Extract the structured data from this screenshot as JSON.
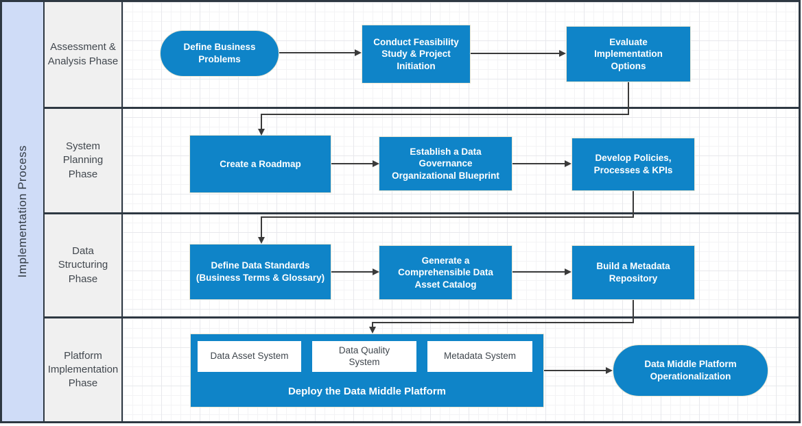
{
  "diagram": {
    "title": "Implementation Process",
    "colors": {
      "shape_blue": "#0f84c8",
      "title_band_blue": "#cfdcf7",
      "lane_gray": "#f0f0f0",
      "frame_dark": "#2e3842",
      "arrow_dark": "#3a3a3a"
    },
    "lanes": [
      {
        "label": "Assessment & Analysis Phase"
      },
      {
        "label": "System Planning Phase"
      },
      {
        "label": "Data Structuring Phase"
      },
      {
        "label": "Platform Implementation Phase"
      }
    ],
    "nodes": {
      "define_business_problems": "Define Business Problems",
      "conduct_feasibility": "Conduct Feasibility Study & Project Initiation",
      "evaluate_options": "Evaluate Implementation Options",
      "create_roadmap": "Create a Roadmap",
      "establish_governance": "Establish a Data Governance Organizational Blueprint",
      "develop_policies": "Develop Policies, Processes & KPIs",
      "define_standards": "Define Data Standards (Business Terms & Glossary)",
      "generate_catalog": "Generate a Comprehensible Data Asset Catalog",
      "build_repository": "Build a Metadata Repository",
      "data_asset_system": "Data Asset System",
      "data_quality_system": "Data Quality System",
      "metadata_system": "Metadata System",
      "deploy_platform": "Deploy the Data Middle Platform",
      "operationalization": "Data Middle Platform Operationalization"
    }
  }
}
